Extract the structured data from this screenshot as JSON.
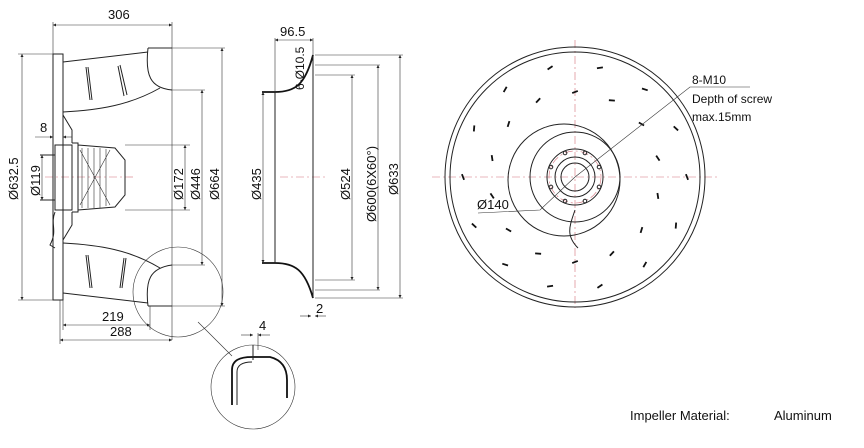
{
  "side_view": {
    "dims": {
      "length_total": "306",
      "flange_dia": "Ø632.5",
      "motor_offset": "8",
      "shaft_dia": "Ø119",
      "motor_dia": "Ø172",
      "inlet_dia": "Ø446",
      "outer_dia": "Ø664",
      "depth_219": "219",
      "depth_288": "288"
    },
    "detail_dim": "4"
  },
  "inlet_ring_view": {
    "dims": {
      "width": "96.5",
      "holes": "6-Ø10.5",
      "inner_dia": "Ø435",
      "dia_524": "Ø524",
      "bolt_circle": "Ø600(6X60°)",
      "outer_dia": "Ø633",
      "thickness": "2"
    }
  },
  "front_view": {
    "screw_spec": "8-M10",
    "screw_depth_line1": "Depth of screw",
    "screw_depth_line2": "max.15mm",
    "hub_dia": "Ø140"
  },
  "material": {
    "label": "Impeller Material:",
    "value": "Aluminum"
  }
}
